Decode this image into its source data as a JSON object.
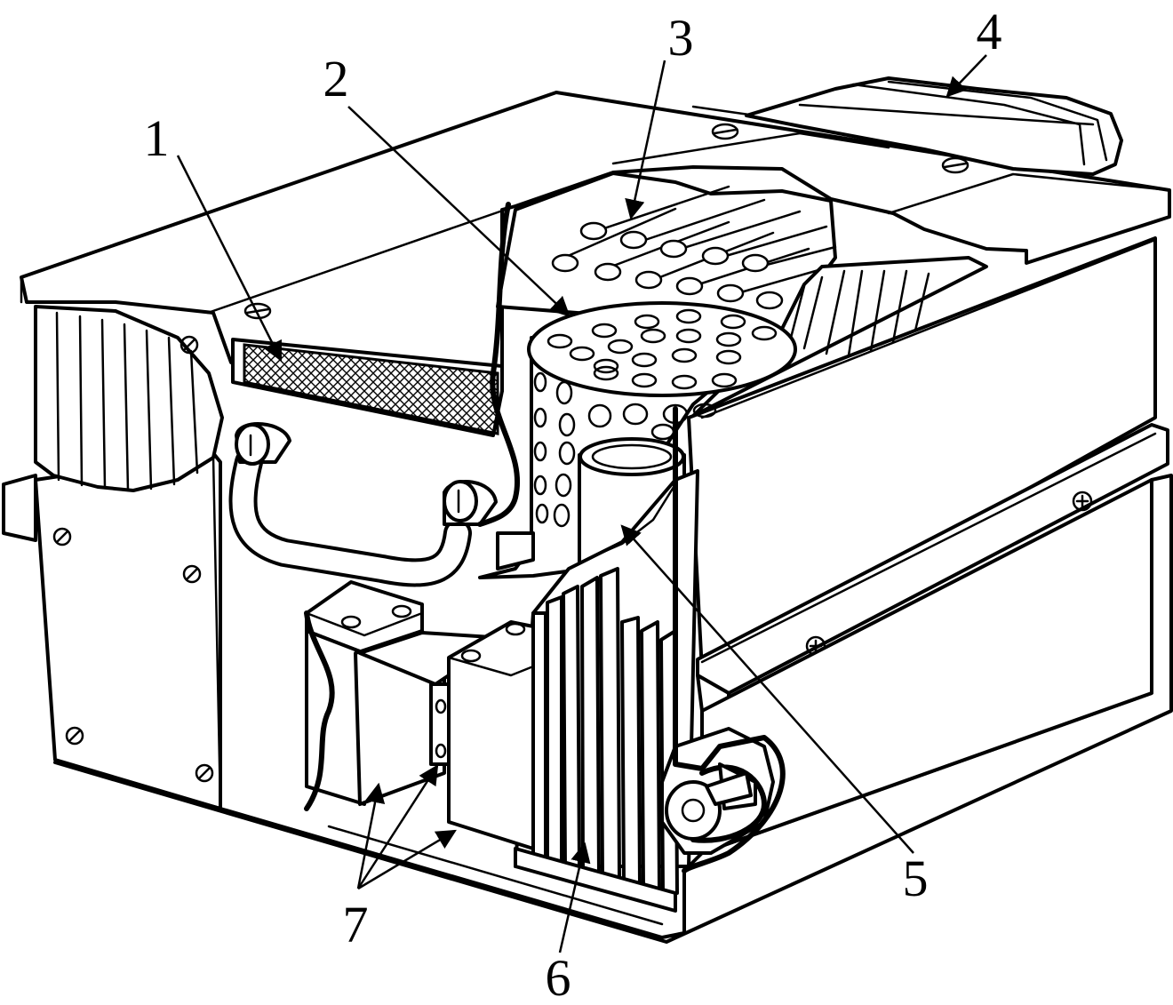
{
  "callouts": [
    {
      "id": "1",
      "label": "1"
    },
    {
      "id": "2",
      "label": "2"
    },
    {
      "id": "3",
      "label": "3"
    },
    {
      "id": "4",
      "label": "4"
    },
    {
      "id": "5",
      "label": "5"
    },
    {
      "id": "6",
      "label": "6"
    },
    {
      "id": "7",
      "label": "7"
    }
  ],
  "colors": {
    "line": "#000000",
    "fill": "#ffffff"
  }
}
